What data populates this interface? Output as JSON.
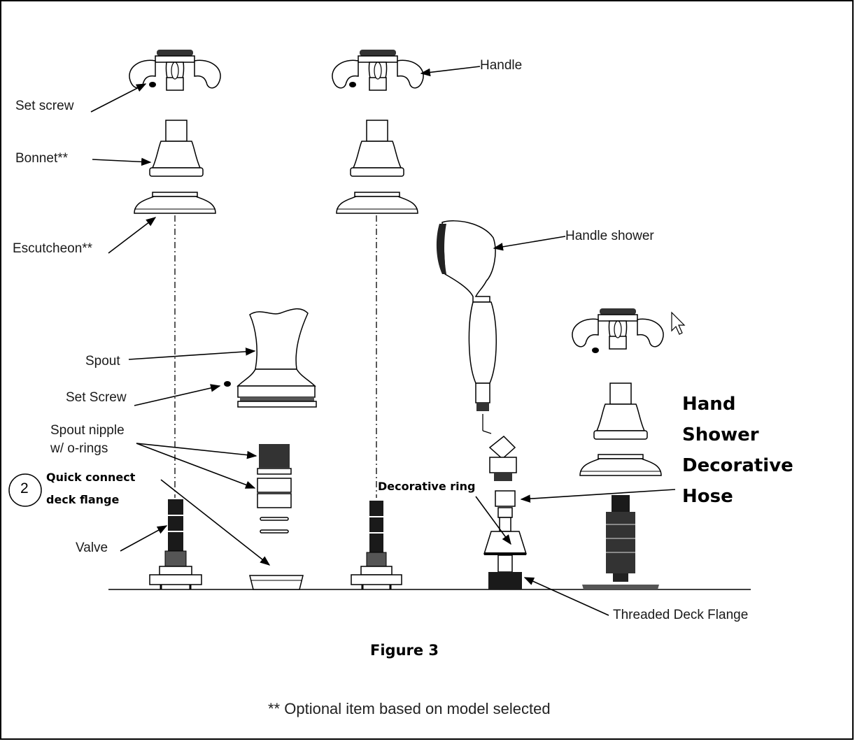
{
  "labels": {
    "handle": "Handle",
    "set_screw": "Set screw",
    "bonnet": "Bonnet**",
    "escutcheon": "Escutcheon**",
    "handle_shower": "Handle shower",
    "spout": "Spout",
    "set_screw_2": "Set Screw",
    "spout_nipple_1": "Spout nipple",
    "spout_nipple_2": "w/ o-rings",
    "valve": "Valve",
    "threaded_deck_flange": "Threaded Deck Flange"
  },
  "callouts": {
    "number": "2",
    "quick_connect_1": "Quick connect",
    "quick_connect_2": "deck flange",
    "decorative_ring": "Decorative ring",
    "hose_1": "Hand",
    "hose_2": "Shower",
    "hose_3": "Decorative",
    "hose_4": "Hose"
  },
  "caption": "Figure 3",
  "footnote": "** Optional item based on model selected"
}
